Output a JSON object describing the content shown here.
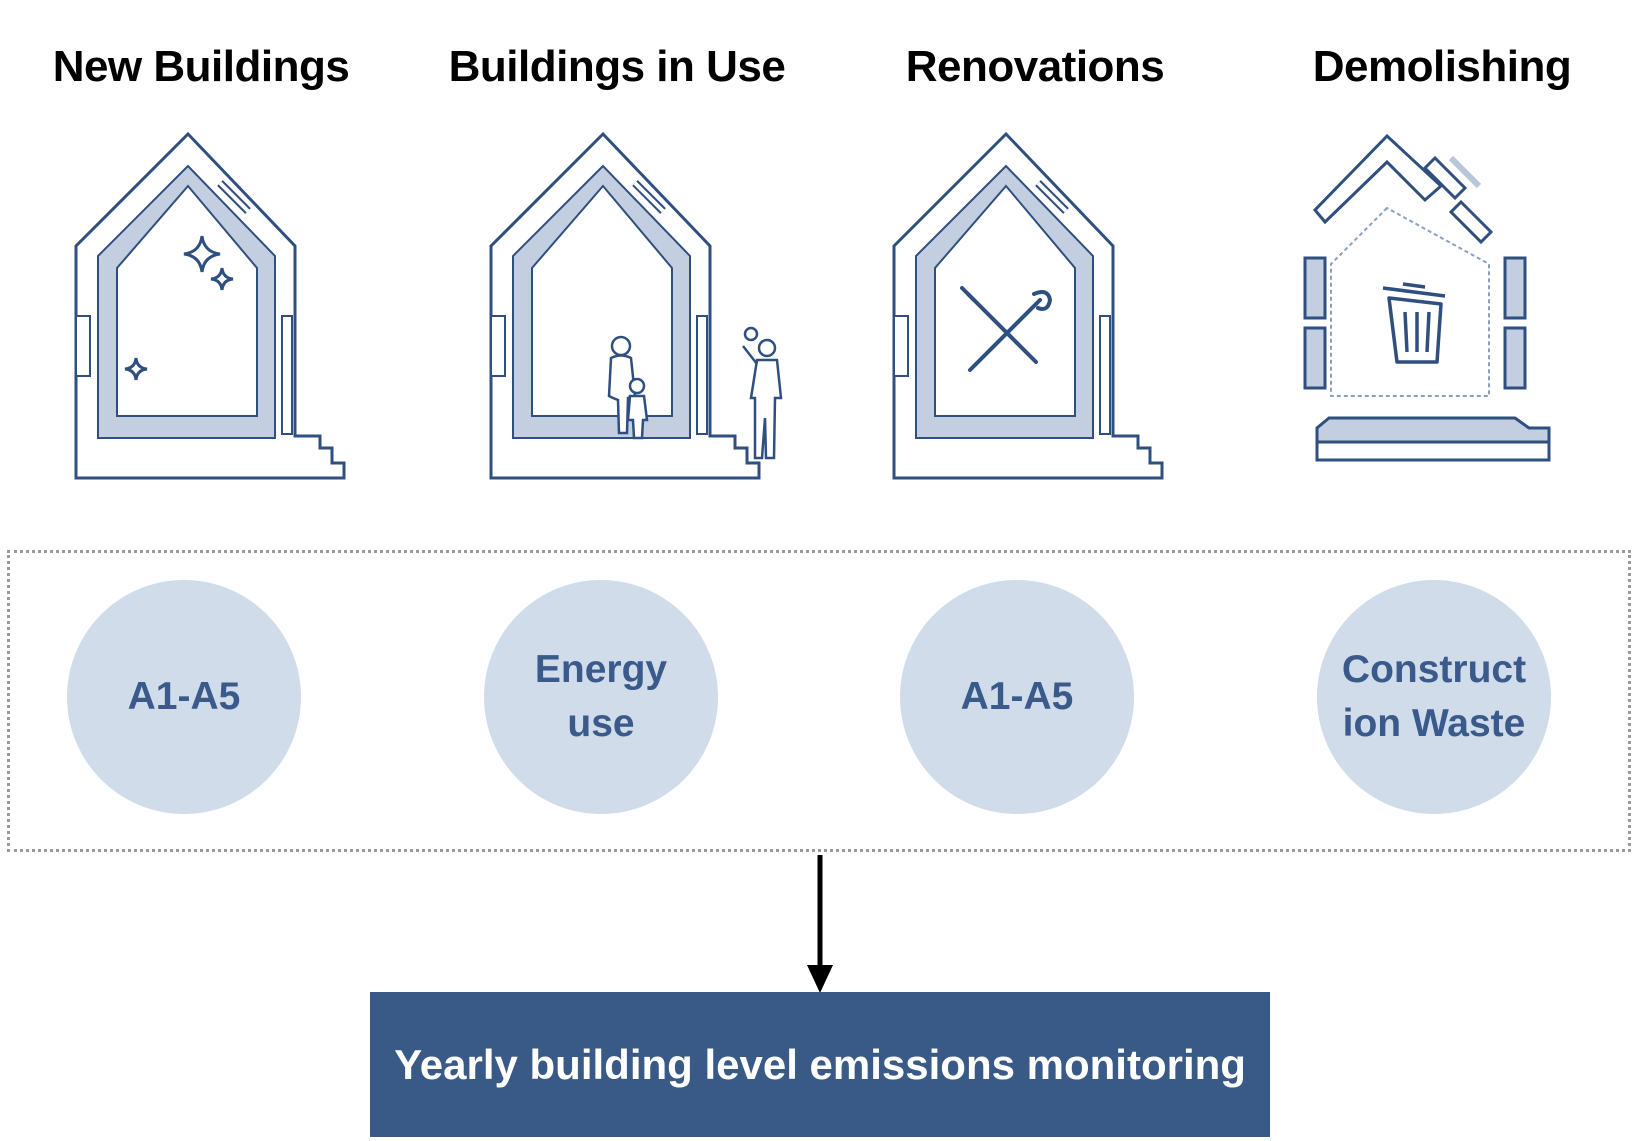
{
  "stages": [
    {
      "title": "New Buildings",
      "metric": "A1-A5",
      "icon": "sparkle-icon"
    },
    {
      "title": "Buildings in Use",
      "metric": "Energy use",
      "icon": "people-icon"
    },
    {
      "title": "Renovations",
      "metric": "A1-A5",
      "icon": "tools-icon"
    },
    {
      "title": "Demolishing",
      "metric": "Construction Waste",
      "icon": "trash-icon"
    }
  ],
  "output": {
    "label": "Yearly building level emissions monitoring"
  },
  "colors": {
    "outline": "#2f4f80",
    "wall_fill": "#c3cfe0",
    "circle_fill": "#d1dcea",
    "circle_text": "#3a5a8c",
    "banner_fill": "#395986"
  }
}
